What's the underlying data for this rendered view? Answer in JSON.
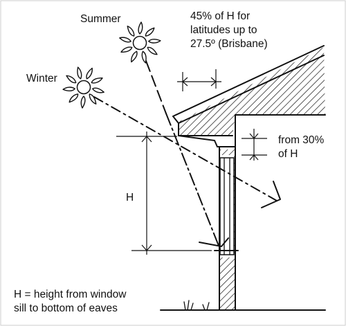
{
  "labels": {
    "summer": "Summer",
    "winter": "Winter",
    "eave_rule_line1": "45% of H for",
    "eave_rule_line2": "latitudes up to",
    "eave_rule_line3": "27.5º (Brisbane)",
    "gap_rule_line1": "from 30%",
    "gap_rule_line2": "of H",
    "height_symbol": "H",
    "definition_line1": "H = height from window",
    "definition_line2": "sill to bottom of eaves"
  },
  "icons": {
    "summer_sun": "sun-icon",
    "winter_sun": "sun-icon"
  }
}
